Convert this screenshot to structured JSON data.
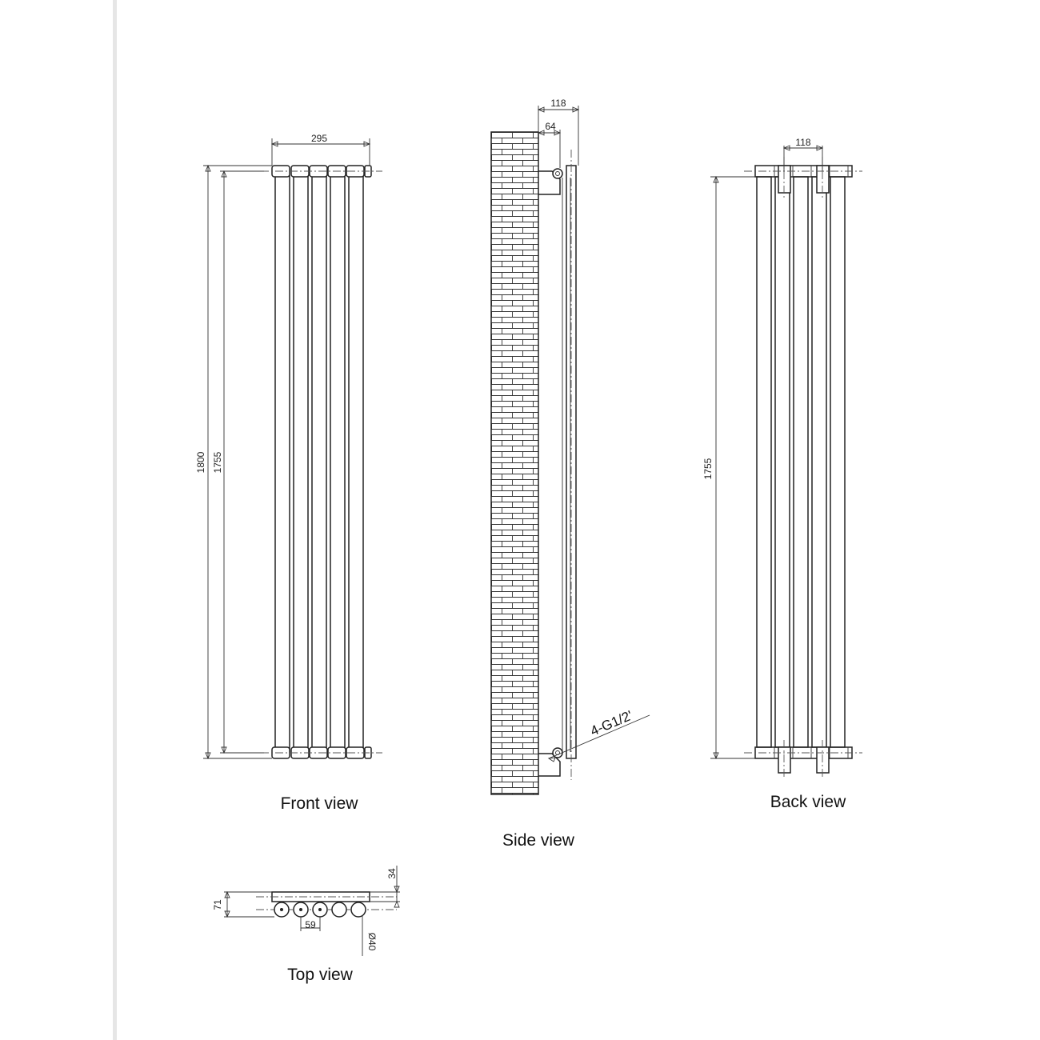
{
  "captions": {
    "front": "Front view",
    "side": "Side view",
    "back": "Back view",
    "top": "Top view"
  },
  "dimensions": {
    "front_width": "295",
    "front_height_total": "1800",
    "front_height_centres": "1755",
    "side_depth_total": "118",
    "side_depth_wall": "64",
    "back_pipe_centres": "118",
    "back_height_centres": "1755",
    "top_depth": "34",
    "top_total_depth": "71",
    "top_spacing": "59",
    "top_tube_diameter": "Ø40"
  },
  "connection_label": "4-G1/2'"
}
